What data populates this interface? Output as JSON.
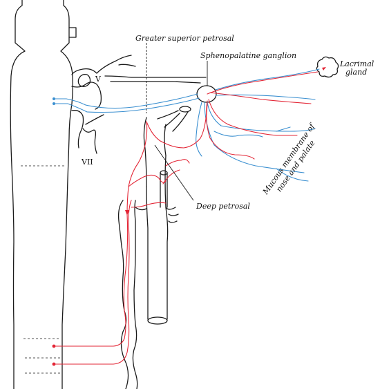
{
  "labels": {
    "greater_superior_petrosal": "Greater superior petrosal",
    "sphenopalatine_ganglion": "Sphenopalatine ganglion",
    "lacrimal_gland_1": "Lacrimal",
    "lacrimal_gland_2": "gland",
    "trigeminal": "V",
    "facial": "VII",
    "mucous_membrane_1": "Mucous membrane of",
    "mucous_membrane_2": "nose and palate",
    "deep_petrosal": "Deep petrosal"
  },
  "colors": {
    "parasympathetic": "#3a8fd0",
    "sympathetic": "#e32636",
    "outline": "#1a1a1a"
  }
}
